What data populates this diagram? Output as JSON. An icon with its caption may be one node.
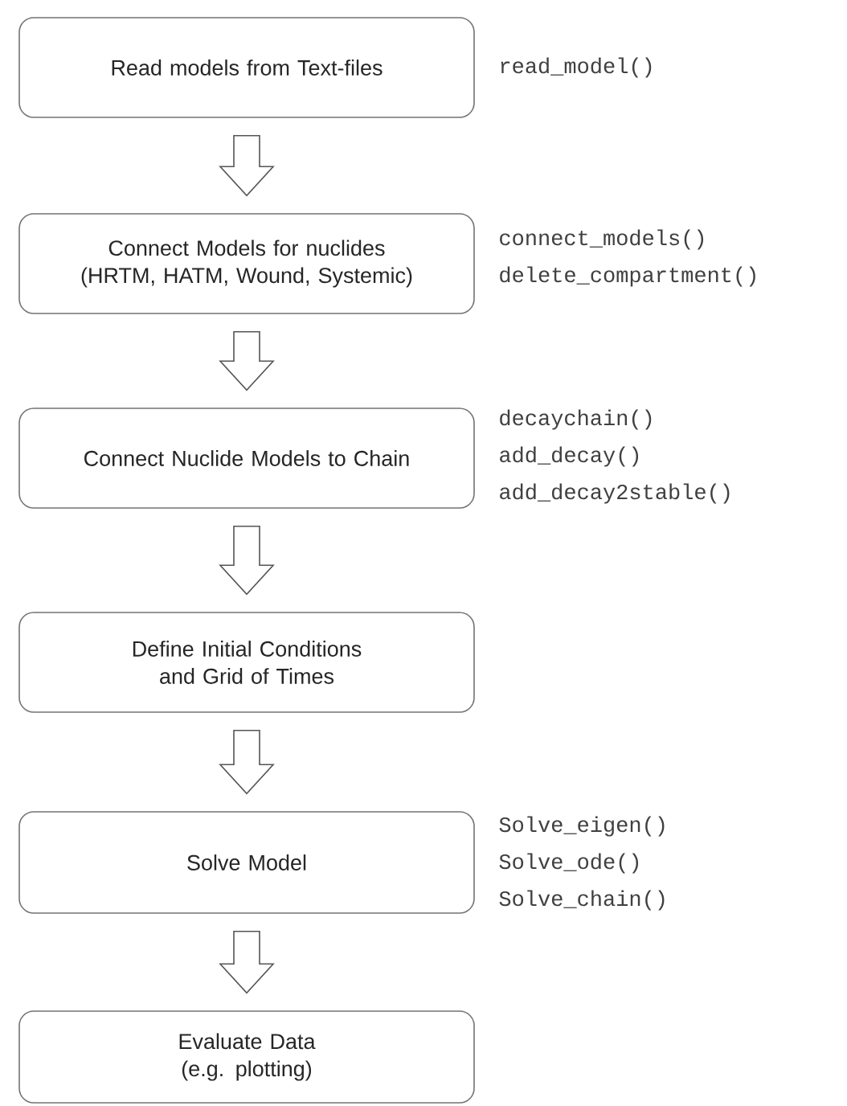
{
  "diagram": {
    "nodes": [
      {
        "text": [
          "Read models from Text-files"
        ],
        "beside": [
          "read_model()"
        ]
      },
      {
        "text": [
          "Connect Models for nuclides (HRTM, HATM, Wound, Systemic)"
        ],
        "beside": [
          "connect_models()",
          "delete_compartment()"
        ]
      },
      {
        "text": [
          "Connect Nuclide Models to Chain"
        ],
        "beside": [
          "decaychain()",
          "add_decay()",
          "add_decay2stable()"
        ]
      },
      {
        "text": [
          "Define Initial Conditions and Grid of Times"
        ]
      },
      {
        "text": [
          "Solve Model"
        ],
        "beside": [
          "Solve_eigen()",
          "Solve_ode()",
          "Solve_chain()"
        ]
      },
      {
        "text": [
          "Evaluate Data (e.g. plotting)"
        ]
      }
    ],
    "edges": [
      {
        "from": 0,
        "to": 1,
        "arrow": "to"
      },
      {
        "from": 1,
        "to": 2,
        "arrow": "to"
      },
      {
        "from": 2,
        "to": 3,
        "arrow": "to"
      },
      {
        "from": 3,
        "to": 4,
        "arrow": "to"
      },
      {
        "from": 4,
        "to": 5,
        "arrow": "to"
      }
    ]
  }
}
